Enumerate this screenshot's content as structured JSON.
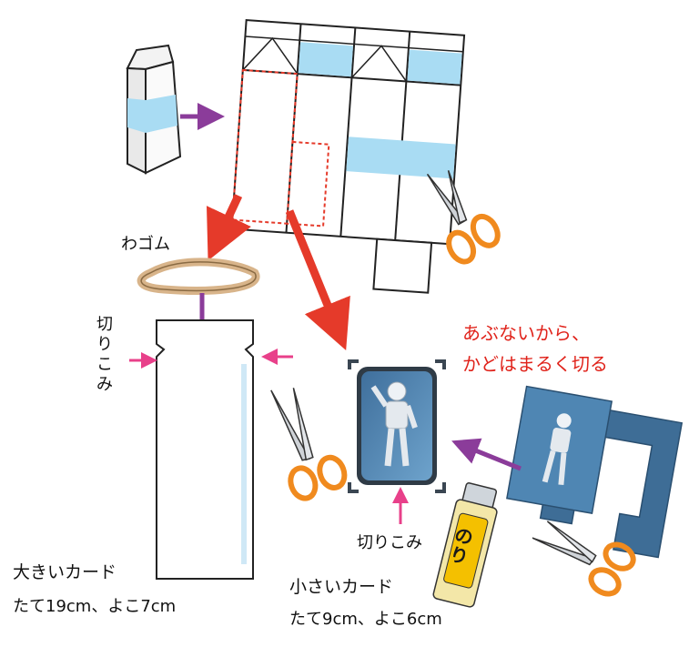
{
  "labels": {
    "rubber_band": "わゴム",
    "notch_vertical": "切りこみ",
    "notch_small": "切りこみ",
    "warning_line1": "あぶないから、",
    "warning_line2": "かどはまるく切る",
    "big_card_title": "大きいカード",
    "big_card_size": "たて19cm、よこ7cm",
    "small_card_title": "小さいカード",
    "small_card_size": "たて9cm、よこ6cm",
    "glue_label": "のり"
  },
  "colors": {
    "arrow_red": "#e53a2a",
    "arrow_purple": "#8b3c9a",
    "arrow_pink": "#e8408a",
    "carton_blue": "#a9dcf3",
    "scissor_orange": "#f08a1e",
    "photo_blue": "#4f86b3",
    "band_tan": "#d8b48a"
  },
  "icons": [
    "milk-carton-icon",
    "scissors-icon",
    "rubber-band-icon",
    "robot-photo-icon",
    "glue-stick-icon"
  ]
}
